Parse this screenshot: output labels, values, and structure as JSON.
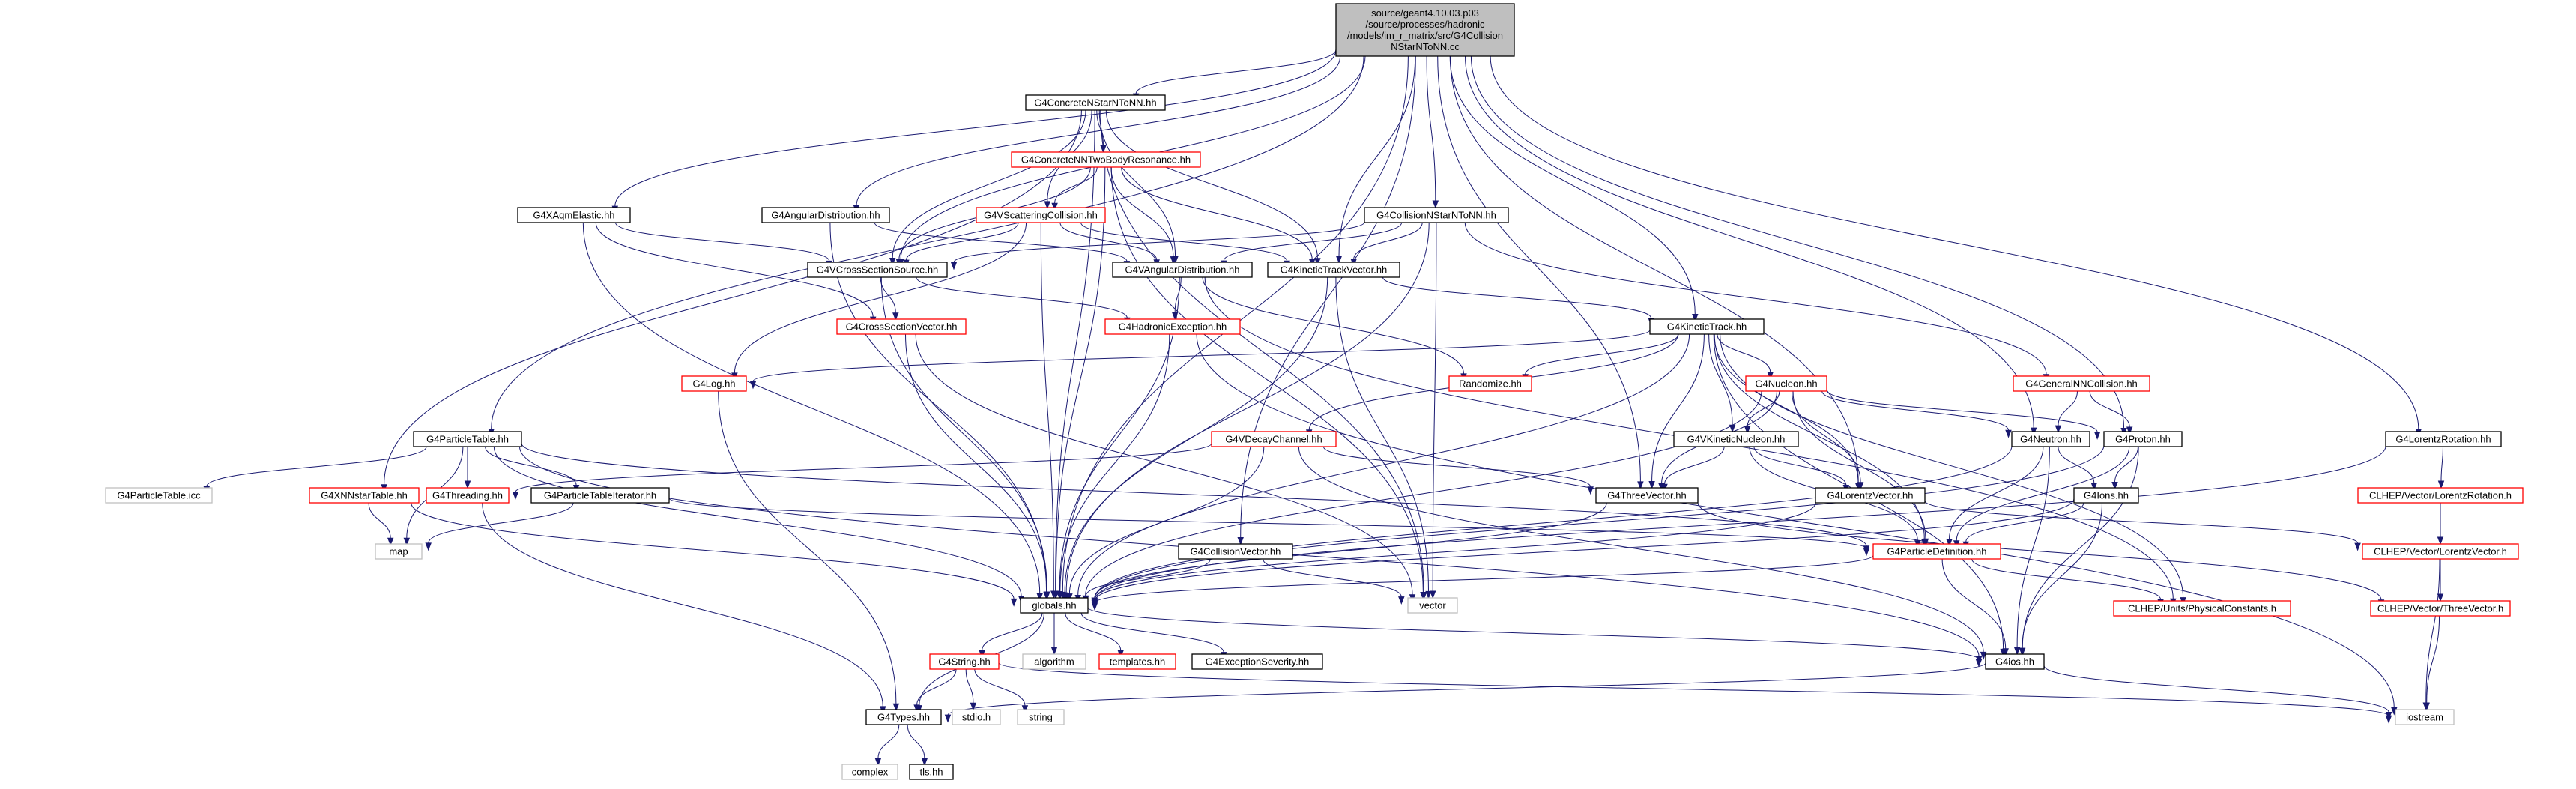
{
  "graph": {
    "title_lines": [
      "source/geant4.10.03.p03",
      "/source/processes/hadronic",
      "/models/im_r_matrix/src/G4Collision",
      "NStarNToNN.cc"
    ],
    "colors": {
      "normal_border": "#000000",
      "red_border": "#ff0000",
      "grey_border": "#bfbfbf",
      "root_fill": "#bfbfbf",
      "edge": "#191970"
    },
    "nodes": [
      {
        "id": "root",
        "style": "root",
        "lines": [
          "source/geant4.10.03.p03",
          "/source/processes/hadronic",
          "/models/im_r_matrix/src/G4Collision",
          "NStarNToNN.cc"
        ]
      },
      {
        "id": "concrete",
        "style": "black",
        "label": "G4ConcreteNStarNToNN.hh"
      },
      {
        "id": "cnntbr",
        "style": "red",
        "label": "G4ConcreteNNTwoBodyResonance.hh"
      },
      {
        "id": "xaqm",
        "style": "black",
        "label": "G4XAqmElastic.hh"
      },
      {
        "id": "angdist",
        "style": "black",
        "label": "G4AngularDistribution.hh"
      },
      {
        "id": "vscatt",
        "style": "red",
        "label": "G4VScatteringCollision.hh"
      },
      {
        "id": "collnstar",
        "style": "black",
        "label": "G4CollisionNStarNToNN.hh"
      },
      {
        "id": "vcss",
        "style": "black",
        "label": "G4VCrossSectionSource.hh"
      },
      {
        "id": "vangdist",
        "style": "black",
        "label": "G4VAngularDistribution.hh"
      },
      {
        "id": "ktv",
        "style": "black",
        "label": "G4KineticTrackVector.hh"
      },
      {
        "id": "csv",
        "style": "red",
        "label": "G4CrossSectionVector.hh"
      },
      {
        "id": "hadexc",
        "style": "red",
        "label": "G4HadronicException.hh"
      },
      {
        "id": "kintrack",
        "style": "black",
        "label": "G4KineticTrack.hh"
      },
      {
        "id": "log",
        "style": "red",
        "label": "G4Log.hh"
      },
      {
        "id": "random",
        "style": "red",
        "label": "Randomize.hh"
      },
      {
        "id": "nucleon",
        "style": "red",
        "label": "G4Nucleon.hh"
      },
      {
        "id": "gennn",
        "style": "red",
        "label": "G4GeneralNNCollision.hh"
      },
      {
        "id": "ptable",
        "style": "black",
        "label": "G4ParticleTable.hh"
      },
      {
        "id": "ptableicc",
        "style": "grey",
        "label": "G4ParticleTable.icc"
      },
      {
        "id": "xnn",
        "style": "red",
        "label": "G4XNNstarTable.hh"
      },
      {
        "id": "threading",
        "style": "red",
        "label": "G4Threading.hh"
      },
      {
        "id": "ptableit",
        "style": "black",
        "label": "G4ParticleTableIterator.hh"
      },
      {
        "id": "vdecay",
        "style": "red",
        "label": "G4VDecayChannel.hh"
      },
      {
        "id": "vkin",
        "style": "black",
        "label": "G4VKineticNucleon.hh"
      },
      {
        "id": "neutron",
        "style": "black",
        "label": "G4Neutron.hh"
      },
      {
        "id": "proton",
        "style": "black",
        "label": "G4Proton.hh"
      },
      {
        "id": "lorrot",
        "style": "black",
        "label": "G4LorentzRotation.hh"
      },
      {
        "id": "map",
        "style": "grey",
        "label": "map"
      },
      {
        "id": "threevec",
        "style": "black",
        "label": "G4ThreeVector.hh"
      },
      {
        "id": "lorvec",
        "style": "black",
        "label": "G4LorentzVector.hh"
      },
      {
        "id": "ions",
        "style": "black",
        "label": "G4Ions.hh"
      },
      {
        "id": "clhep_lr",
        "style": "red",
        "label": "CLHEP/Vector/LorentzRotation.h"
      },
      {
        "id": "collvec",
        "style": "black",
        "label": "G4CollisionVector.hh"
      },
      {
        "id": "pdef",
        "style": "red",
        "label": "G4ParticleDefinition.hh"
      },
      {
        "id": "clhep_lv",
        "style": "red",
        "label": "CLHEP/Vector/LorentzVector.h"
      },
      {
        "id": "globals",
        "style": "black",
        "label": "globals.hh"
      },
      {
        "id": "vector",
        "style": "grey",
        "label": "vector"
      },
      {
        "id": "clhep_pc",
        "style": "red",
        "label": "CLHEP/Units/PhysicalConstants.h"
      },
      {
        "id": "clhep_tv",
        "style": "red",
        "label": "CLHEP/Vector/ThreeVector.h"
      },
      {
        "id": "g4string",
        "style": "red",
        "label": "G4String.hh"
      },
      {
        "id": "algorithm",
        "style": "grey",
        "label": "algorithm"
      },
      {
        "id": "templates",
        "style": "red",
        "label": "templates.hh"
      },
      {
        "id": "excsev",
        "style": "black",
        "label": "G4ExceptionSeverity.hh"
      },
      {
        "id": "g4ios",
        "style": "black",
        "label": "G4ios.hh"
      },
      {
        "id": "stdio",
        "style": "grey",
        "label": "stdio.h"
      },
      {
        "id": "string",
        "style": "grey",
        "label": "string"
      },
      {
        "id": "iostream",
        "style": "grey",
        "label": "iostream"
      },
      {
        "id": "types",
        "style": "black",
        "label": "G4Types.hh"
      },
      {
        "id": "complex",
        "style": "grey",
        "label": "complex"
      },
      {
        "id": "tls",
        "style": "black",
        "label": "tls.hh"
      }
    ],
    "edges": [
      [
        "root",
        "concrete"
      ],
      [
        "root",
        "xaqm"
      ],
      [
        "root",
        "angdist"
      ],
      [
        "root",
        "collnstar"
      ],
      [
        "root",
        "vcss"
      ],
      [
        "root",
        "ktv"
      ],
      [
        "root",
        "ptable"
      ],
      [
        "root",
        "kintrack"
      ],
      [
        "root",
        "threevec"
      ],
      [
        "root",
        "lorvec"
      ],
      [
        "root",
        "neutron"
      ],
      [
        "root",
        "proton"
      ],
      [
        "root",
        "lorrot"
      ],
      [
        "root",
        "globals"
      ],
      [
        "root",
        "collvec"
      ],
      [
        "concrete",
        "cnntbr"
      ],
      [
        "concrete",
        "vscatt"
      ],
      [
        "concrete",
        "vcss"
      ],
      [
        "concrete",
        "vangdist"
      ],
      [
        "concrete",
        "ktv"
      ],
      [
        "concrete",
        "xnn"
      ],
      [
        "concrete",
        "globals"
      ],
      [
        "concrete",
        "vector"
      ],
      [
        "cnntbr",
        "vscatt"
      ],
      [
        "cnntbr",
        "vcss"
      ],
      [
        "cnntbr",
        "vangdist"
      ],
      [
        "cnntbr",
        "ktv"
      ],
      [
        "cnntbr",
        "globals"
      ],
      [
        "cnntbr",
        "vector"
      ],
      [
        "xaqm",
        "vcss"
      ],
      [
        "xaqm",
        "csv"
      ],
      [
        "xaqm",
        "globals"
      ],
      [
        "angdist",
        "vangdist"
      ],
      [
        "angdist",
        "globals"
      ],
      [
        "vscatt",
        "vcss"
      ],
      [
        "vscatt",
        "vangdist"
      ],
      [
        "vscatt",
        "ktv"
      ],
      [
        "vscatt",
        "log"
      ],
      [
        "vscatt",
        "globals"
      ],
      [
        "collnstar",
        "vcss"
      ],
      [
        "collnstar",
        "vangdist"
      ],
      [
        "collnstar",
        "ktv"
      ],
      [
        "collnstar",
        "gennn"
      ],
      [
        "collnstar",
        "globals"
      ],
      [
        "collnstar",
        "vector"
      ],
      [
        "vcss",
        "csv"
      ],
      [
        "vcss",
        "hadexc"
      ],
      [
        "vcss",
        "globals"
      ],
      [
        "vangdist",
        "hadexc"
      ],
      [
        "vangdist",
        "random"
      ],
      [
        "vangdist",
        "globals"
      ],
      [
        "vangdist",
        "clhep_pc"
      ],
      [
        "ktv",
        "kintrack"
      ],
      [
        "ktv",
        "globals"
      ],
      [
        "ktv",
        "vector"
      ],
      [
        "csv",
        "globals"
      ],
      [
        "csv",
        "vector"
      ],
      [
        "hadexc",
        "globals"
      ],
      [
        "hadexc",
        "iostream"
      ],
      [
        "kintrack",
        "log"
      ],
      [
        "kintrack",
        "random"
      ],
      [
        "kintrack",
        "nucleon"
      ],
      [
        "kintrack",
        "vdecay"
      ],
      [
        "kintrack",
        "vkin"
      ],
      [
        "kintrack",
        "threevec"
      ],
      [
        "kintrack",
        "lorvec"
      ],
      [
        "kintrack",
        "pdef"
      ],
      [
        "kintrack",
        "globals"
      ],
      [
        "kintrack",
        "clhep_pc"
      ],
      [
        "kintrack",
        "g4ios"
      ],
      [
        "log",
        "types"
      ],
      [
        "nucleon",
        "vkin"
      ],
      [
        "nucleon",
        "neutron"
      ],
      [
        "nucleon",
        "proton"
      ],
      [
        "nucleon",
        "threevec"
      ],
      [
        "nucleon",
        "lorvec"
      ],
      [
        "nucleon",
        "pdef"
      ],
      [
        "nucleon",
        "globals"
      ],
      [
        "gennn",
        "neutron"
      ],
      [
        "gennn",
        "proton"
      ],
      [
        "ptable",
        "ptableicc"
      ],
      [
        "ptable",
        "threading"
      ],
      [
        "ptable",
        "ptableit"
      ],
      [
        "ptable",
        "map"
      ],
      [
        "ptable",
        "globals"
      ],
      [
        "ptable",
        "pdef"
      ],
      [
        "ptable",
        "g4ios"
      ],
      [
        "xnn",
        "map"
      ],
      [
        "xnn",
        "globals"
      ],
      [
        "threading",
        "types"
      ],
      [
        "ptableit",
        "map"
      ],
      [
        "ptableit",
        "pdef"
      ],
      [
        "vdecay",
        "threading"
      ],
      [
        "vdecay",
        "threevec"
      ],
      [
        "vdecay",
        "globals"
      ],
      [
        "vdecay",
        "g4ios"
      ],
      [
        "vkin",
        "threevec"
      ],
      [
        "vkin",
        "lorvec"
      ],
      [
        "vkin",
        "pdef"
      ],
      [
        "neutron",
        "ions"
      ],
      [
        "neutron",
        "pdef"
      ],
      [
        "neutron",
        "globals"
      ],
      [
        "neutron",
        "g4ios"
      ],
      [
        "proton",
        "ions"
      ],
      [
        "proton",
        "pdef"
      ],
      [
        "proton",
        "globals"
      ],
      [
        "proton",
        "g4ios"
      ],
      [
        "lorrot",
        "clhep_lr"
      ],
      [
        "lorrot",
        "globals"
      ],
      [
        "threevec",
        "globals"
      ],
      [
        "threevec",
        "clhep_tv"
      ],
      [
        "lorvec",
        "globals"
      ],
      [
        "lorvec",
        "clhep_lv"
      ],
      [
        "ions",
        "pdef"
      ],
      [
        "ions",
        "globals"
      ],
      [
        "ions",
        "g4ios"
      ],
      [
        "clhep_lr",
        "clhep_lv"
      ],
      [
        "collvec",
        "globals"
      ],
      [
        "collvec",
        "vector"
      ],
      [
        "pdef",
        "globals"
      ],
      [
        "pdef",
        "g4ios"
      ],
      [
        "pdef",
        "clhep_pc"
      ],
      [
        "clhep_lv",
        "clhep_tv"
      ],
      [
        "clhep_lv",
        "iostream"
      ],
      [
        "clhep_tv",
        "iostream"
      ],
      [
        "globals",
        "types"
      ],
      [
        "globals",
        "g4string"
      ],
      [
        "globals",
        "algorithm"
      ],
      [
        "globals",
        "templates"
      ],
      [
        "globals",
        "excsev"
      ],
      [
        "globals",
        "g4ios"
      ],
      [
        "g4string",
        "types"
      ],
      [
        "g4string",
        "stdio"
      ],
      [
        "g4string",
        "string"
      ],
      [
        "g4string",
        "iostream"
      ],
      [
        "g4ios",
        "types"
      ],
      [
        "g4ios",
        "iostream"
      ],
      [
        "types",
        "complex"
      ],
      [
        "types",
        "tls"
      ]
    ]
  }
}
